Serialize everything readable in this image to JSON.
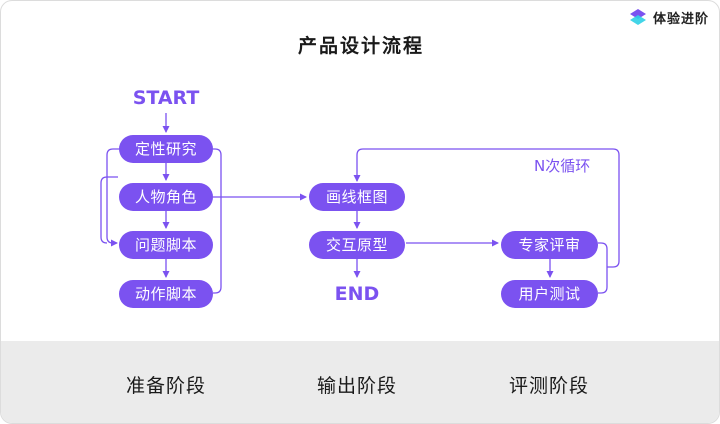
{
  "brand": {
    "name": "体验进阶",
    "logo": "layered-diamond-logo",
    "logo_colors": [
      "#7b52f0",
      "#2fd0e6"
    ]
  },
  "title": "产品设计流程",
  "colors": {
    "accent": "#7b52f0",
    "footer_bg": "#ebebeb"
  },
  "flow": {
    "start": "START",
    "end": "END",
    "loop_label": "N次循环",
    "stage1_nodes": [
      "定性研究",
      "人物角色",
      "问题脚本",
      "动作脚本"
    ],
    "stage2_nodes": [
      "画线框图",
      "交互原型"
    ],
    "stage3_nodes": [
      "专家评审",
      "用户测试"
    ]
  },
  "stages": [
    "准备阶段",
    "输出阶段",
    "评测阶段"
  ]
}
